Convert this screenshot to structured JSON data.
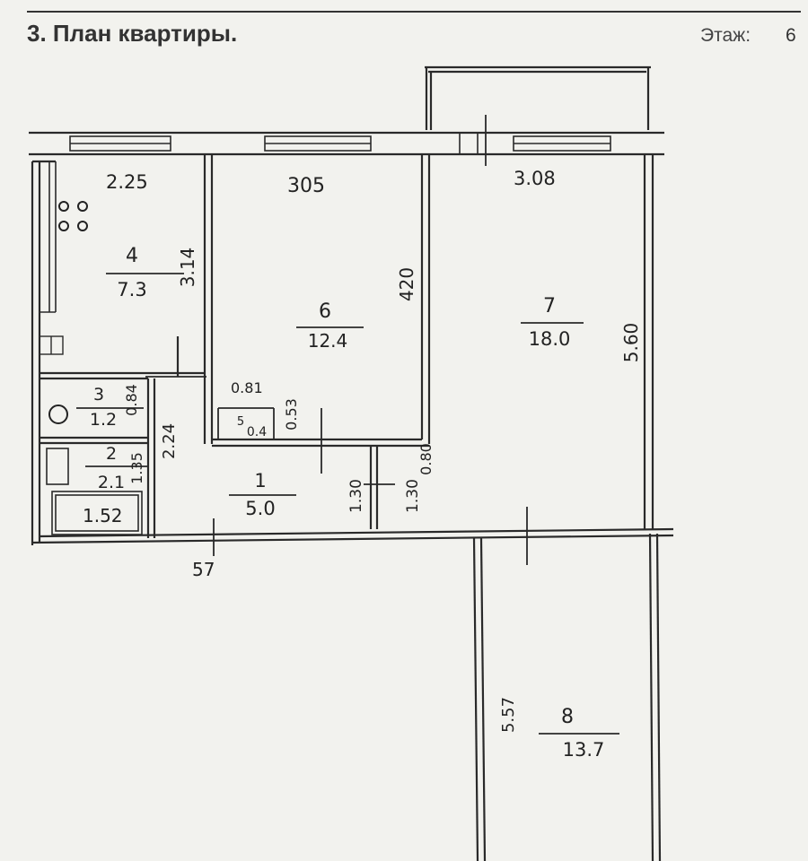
{
  "header": {
    "title": "3.   План квартиры.",
    "floor_label": "Этаж:",
    "floor_value": "6"
  },
  "dimensions": {
    "room4_top": "2.25",
    "room4_side": "3.14",
    "room6_top": "305",
    "room6_side": "420",
    "room7_top": "3.08",
    "room7_side": "5.60",
    "room1_side": "2.24",
    "room1_bottom": "57",
    "door_a": "0.81",
    "door_b": "0.53",
    "door_c": "0.84",
    "door_d": "1.35",
    "door_e": "1.30",
    "door_f": "1.30",
    "door_g": "0.80",
    "room8_side": "5.57",
    "bath_box": "1.52"
  },
  "rooms": {
    "r4": {
      "number": "4",
      "area": "7.3"
    },
    "r6": {
      "number": "6",
      "area": "12.4"
    },
    "r7": {
      "number": "7",
      "area": "18.0"
    },
    "r3": {
      "number": "3",
      "area": "1.2"
    },
    "r2": {
      "number": "2",
      "area": "2.1"
    },
    "r1": {
      "number": "1",
      "area": "5.0"
    },
    "r5": {
      "number": "5",
      "area": "0.4"
    },
    "r8": {
      "number": "8",
      "area": "13.7"
    }
  }
}
